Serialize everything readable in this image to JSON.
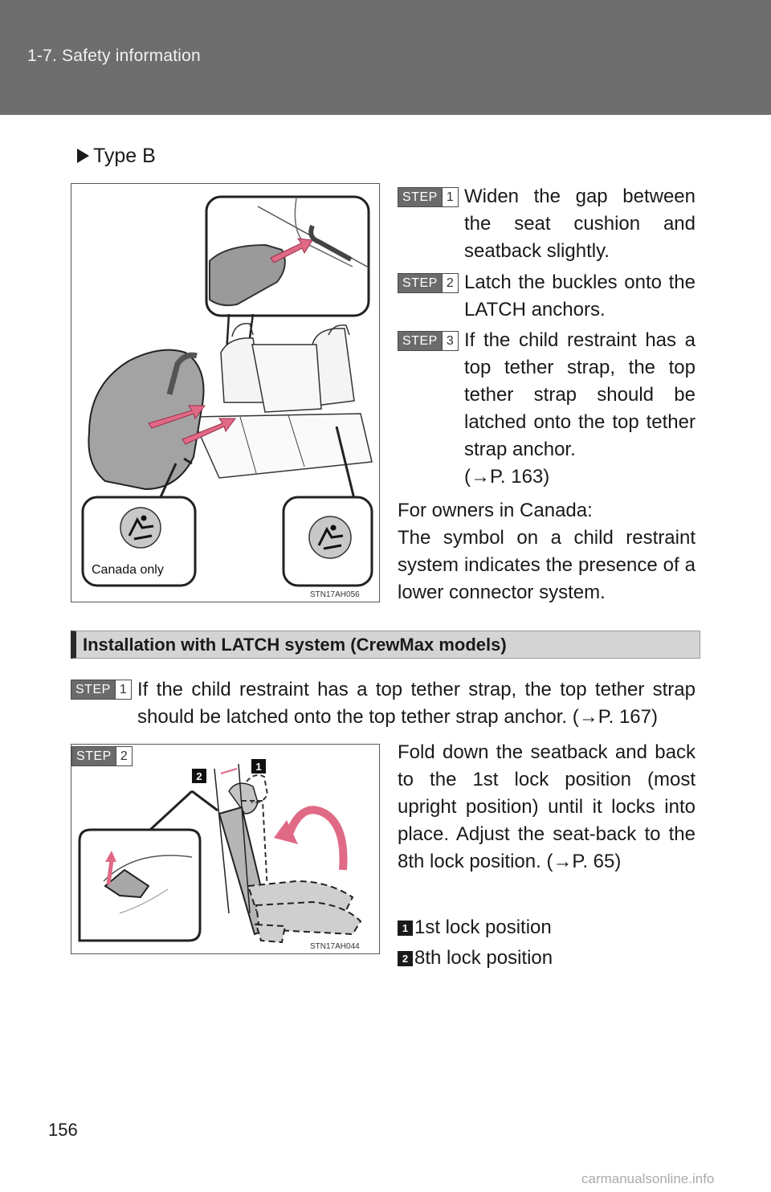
{
  "header": {
    "section": "1-7. Safety information"
  },
  "type_label": "Type B",
  "figure1": {
    "code": "STN17AH056",
    "canada_label": "Canada only"
  },
  "steps_b": [
    {
      "word": "STEP",
      "num": "1",
      "text": "Widen the gap between the seat cushion and seatback slightly."
    },
    {
      "word": "STEP",
      "num": "2",
      "text": "Latch the buckles onto the LATCH anchors."
    },
    {
      "word": "STEP",
      "num": "3",
      "text": "If the child restraint has a top tether strap, the top tether strap should be latched onto the top tether strap anchor.",
      "ref": "(→P. 163)"
    }
  ],
  "canada_note": "For owners in Canada:\nThe symbol on a child restraint system indicates the presence of a lower connector system.",
  "section_heading": "Installation with LATCH system (CrewMax models)",
  "crew_step1": {
    "word": "STEP",
    "num": "1",
    "text": "If the child restraint has a top tether strap, the top tether strap should be latched onto the top tether strap anchor. (→P. 167)"
  },
  "crew_step2": {
    "word": "STEP",
    "num": "2",
    "text": "Fold down the seatback and back to the 1st lock position (most upright position) until it locks into place. Adjust the seat-back to the 8th lock position. (→P. 65)"
  },
  "figure2": {
    "code": "STN17AH044",
    "label1": "1",
    "label2": "2"
  },
  "legend": [
    {
      "num": "1",
      "text": "1st lock position"
    },
    {
      "num": "2",
      "text": "8th lock position"
    }
  ],
  "page_number": "156",
  "watermark": "carmanualsonline.info"
}
